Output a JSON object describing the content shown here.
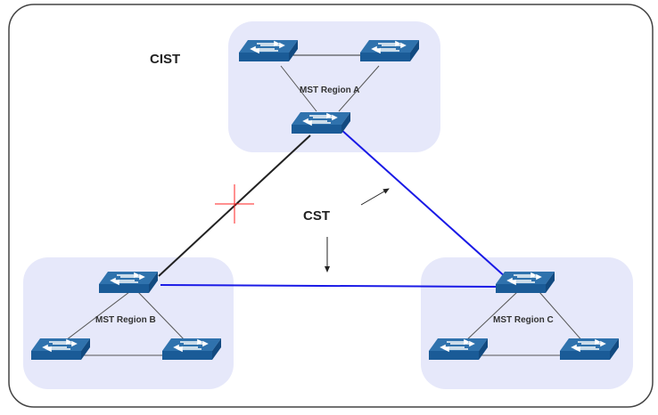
{
  "diagram": {
    "labels": {
      "cist": "CIST",
      "cst": "CST"
    },
    "colors": {
      "region_fill": "#e6e8fa",
      "switch_top": "#2d6ea8",
      "switch_front": "#1b5c99",
      "active_link": "#1a1ae6",
      "blocked_link": "#222222",
      "intra_link": "#555555",
      "block_marker": "#ff2020",
      "border": "#444444"
    },
    "regions": [
      {
        "id": "region-a",
        "name": "MST Region A"
      },
      {
        "id": "region-b",
        "name": "MST Region B"
      },
      {
        "id": "region-c",
        "name": "MST Region C"
      }
    ],
    "links": [
      {
        "from": "A-root",
        "to": "B-root",
        "state": "blocked"
      },
      {
        "from": "A-root",
        "to": "C-root",
        "state": "forwarding"
      },
      {
        "from": "B-root",
        "to": "C-root",
        "state": "forwarding"
      }
    ]
  }
}
